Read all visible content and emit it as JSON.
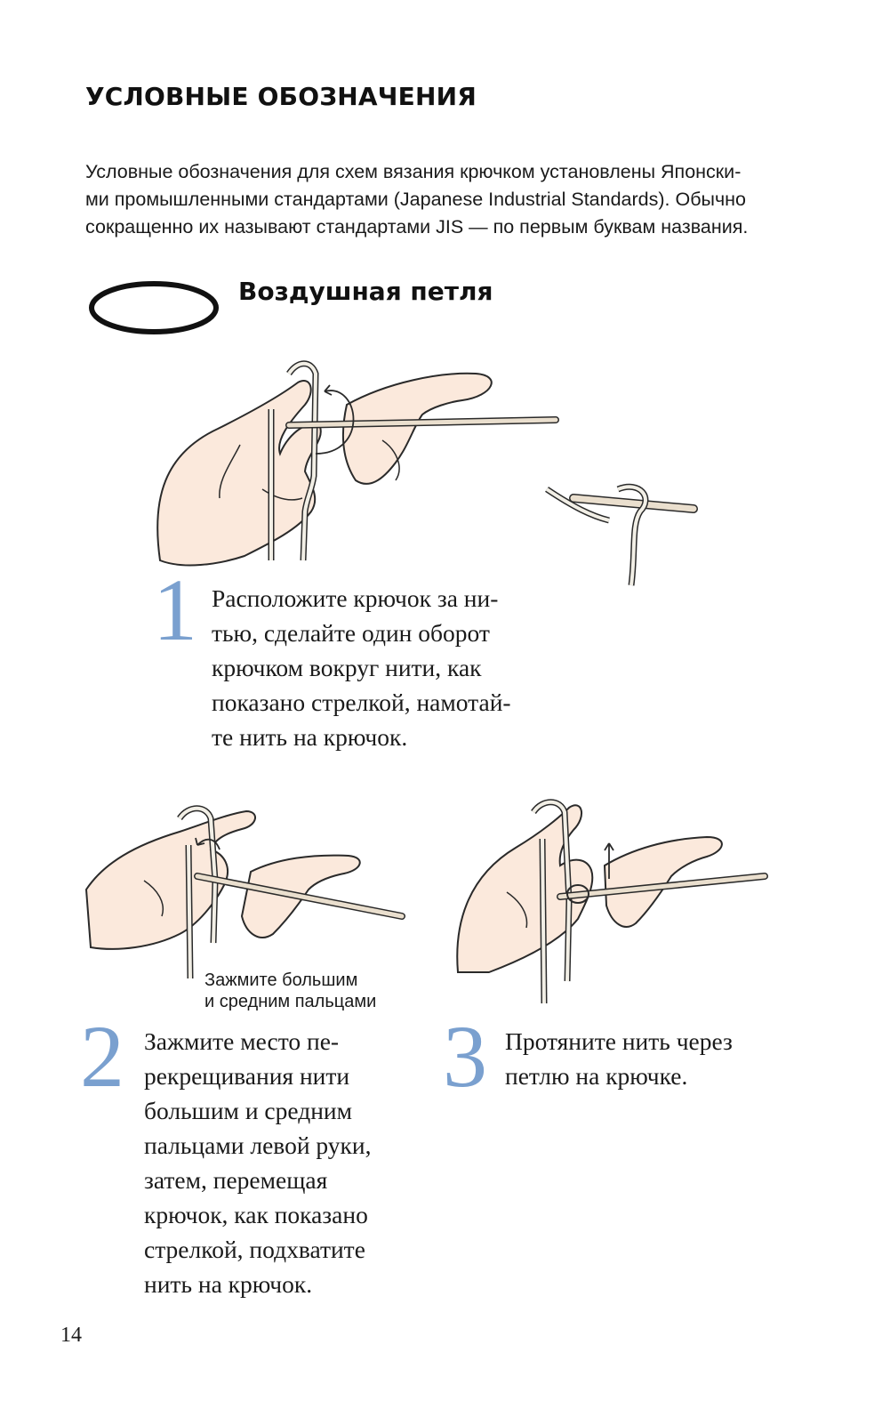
{
  "title": "УСЛОВНЫЕ ОБОЗНАЧЕНИЯ",
  "intro_lines": [
    "Условные обозначения для схем вязания крючком установлены Японски-",
    "ми промышленными стандартами (Japanese Industrial Standards). Обычно",
    "сокращенно их называют стандартами JIS — по первым буквам названия."
  ],
  "section": {
    "title": "Воздушная петля",
    "symbol_icon": "chain-stitch-oval-icon"
  },
  "steps": [
    {
      "number": "1",
      "lines": [
        "Расположите крючок за ни-",
        "тью, сделайте один оборот",
        "крючком вокруг нити, как",
        "показано стрелкой, намотай-",
        "те нить на крючок."
      ]
    },
    {
      "number": "2",
      "lines": [
        "Зажмите место пе-",
        "рекрещивания нити",
        "большим и средним",
        "пальцами левой руки,",
        "затем, перемещая",
        "крючок, как показано",
        "стрелкой, подхватите",
        "нить на крючок."
      ],
      "caption_lines": [
        "Зажмите большим",
        "и средним пальцами"
      ]
    },
    {
      "number": "3",
      "lines": [
        "Протяните нить через",
        "петлю на крючке."
      ]
    }
  ],
  "page_number": "14",
  "colors": {
    "step_number": "#7aa0cf",
    "skin": "#fbe9dc",
    "outline": "#2a2a2a",
    "yarn": "#f2efe6",
    "hook": "#eadfce"
  }
}
